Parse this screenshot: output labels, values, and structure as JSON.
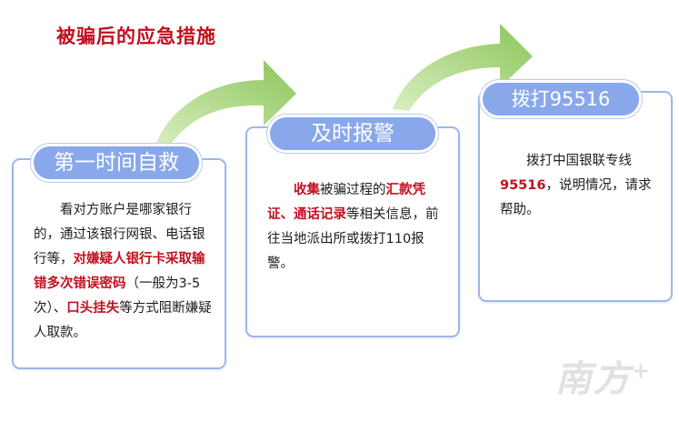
{
  "title": "被骗后的应急措施",
  "steps": [
    {
      "label": "第一时间自救",
      "segments": [
        {
          "t": "看对方账户是哪家银行的，通过该银行网银、电话银行等，",
          "b": false
        },
        {
          "t": "对嫌疑人银行卡采取输错多次错误密码",
          "b": true
        },
        {
          "t": "（一般为3-5次）、",
          "b": false
        },
        {
          "t": "口头挂失",
          "b": true
        },
        {
          "t": "等方式阻断嫌疑人取款。",
          "b": false
        }
      ]
    },
    {
      "label": "及时报警",
      "segments": [
        {
          "t": "收集",
          "b": true
        },
        {
          "t": "被骗过程的",
          "b": false
        },
        {
          "t": "汇款凭证、通话记录",
          "b": true
        },
        {
          "t": "等相关信息，前往当地派出所或拨打110报警。",
          "b": false
        }
      ]
    },
    {
      "label": "拨打95516",
      "segments": [
        {
          "t": "拨打中国银联专线",
          "b": false
        },
        {
          "t": "95516",
          "b": true
        },
        {
          "t": "，说明情况，请求帮助。",
          "b": false
        }
      ]
    }
  ],
  "colors": {
    "title": "#c0111f",
    "highlight": "#c0111f",
    "card_border": "#9cb7ea",
    "pill_fill": "#89a8ec",
    "arrow_fill": "#9cd06a"
  },
  "watermark": {
    "text": "南方",
    "plus": "+"
  }
}
